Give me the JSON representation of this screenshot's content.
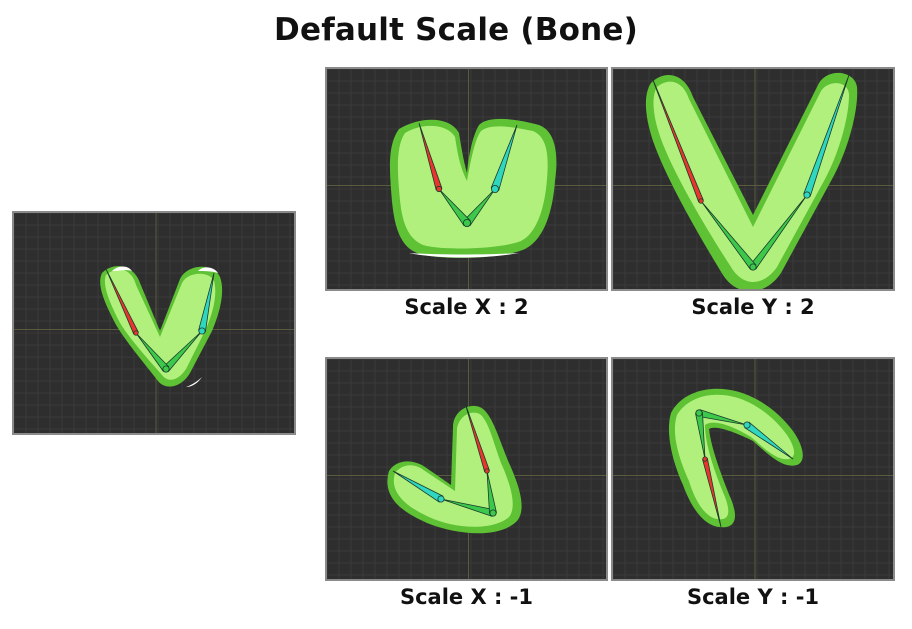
{
  "title": "Default Scale (Bone)",
  "panels": [
    {
      "id": "default",
      "caption": ""
    },
    {
      "id": "scale-x-2",
      "caption": "Scale X : 2"
    },
    {
      "id": "scale-y-2",
      "caption": "Scale Y : 2"
    },
    {
      "id": "scale-x-neg1",
      "caption": "Scale X : -1"
    },
    {
      "id": "scale-y-neg1",
      "caption": "Scale Y : -1"
    }
  ],
  "colors": {
    "viewport_bg": "#2e2e2e",
    "grid_line": "#3a3a3a",
    "axis_line": "#5a5a3e",
    "shape_fill": "#b2f07e",
    "shape_outline": "#5ec234",
    "highlight": "#ffffff",
    "bone_root": "#e8362e",
    "bone_child": "#2fd6c0",
    "bone_leaf": "#3cc84a"
  },
  "icons": [
    "grid-viewport",
    "v-shape-mesh",
    "bone-root",
    "bone-child",
    "bone-leaf"
  ]
}
